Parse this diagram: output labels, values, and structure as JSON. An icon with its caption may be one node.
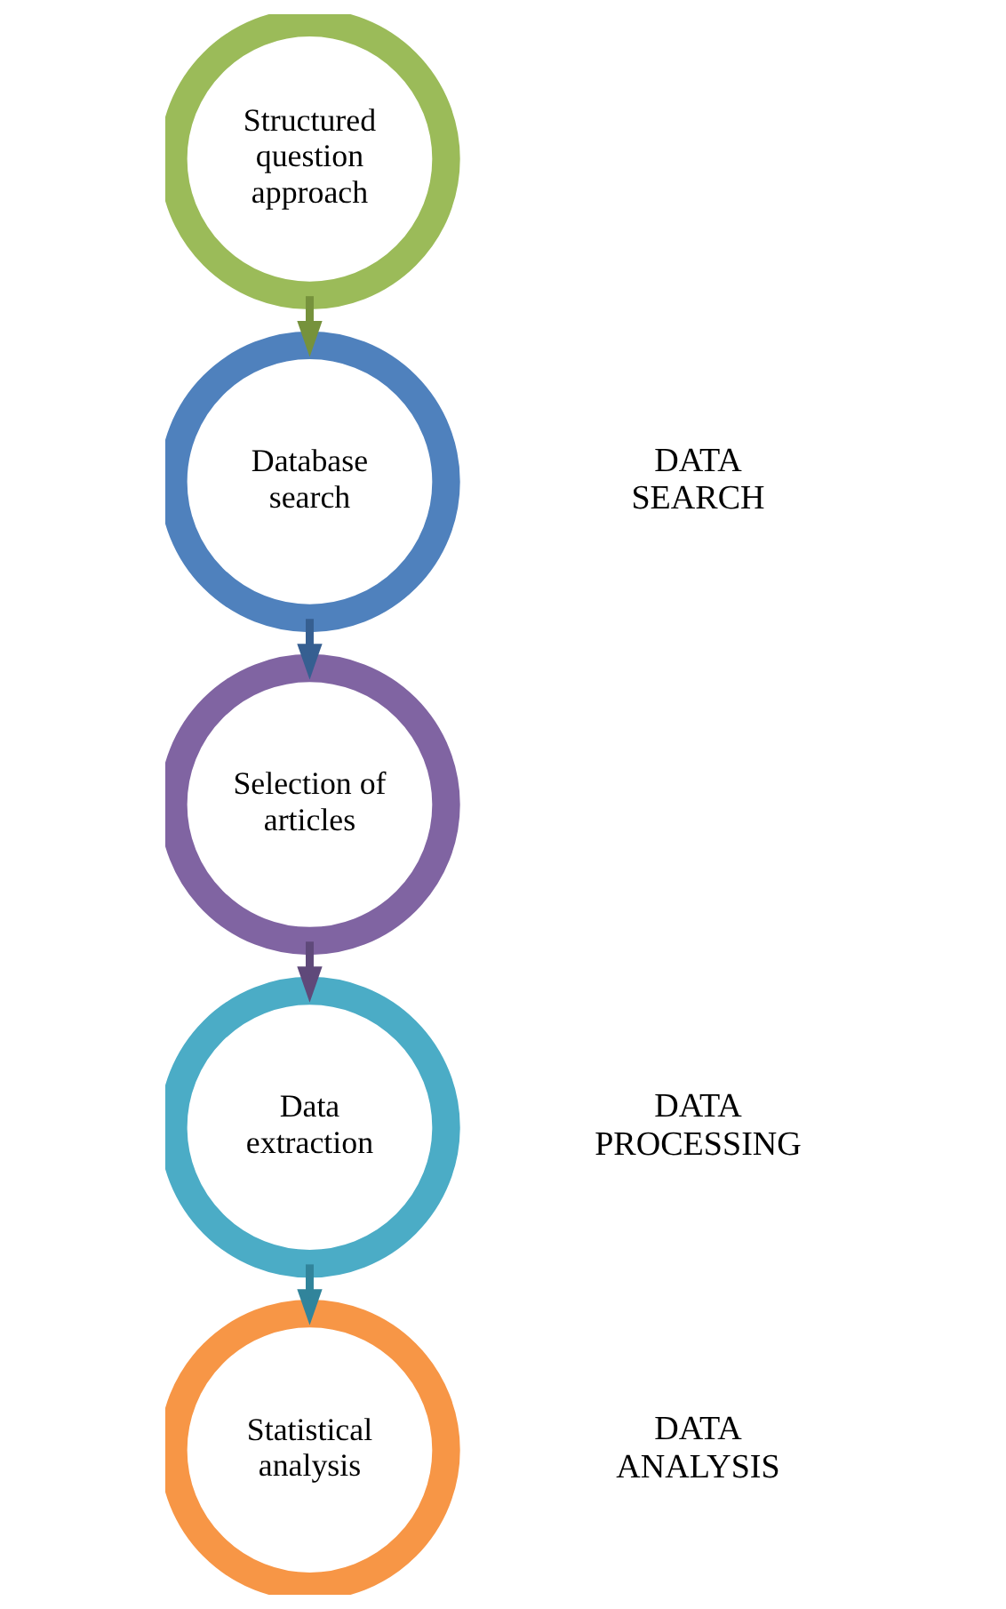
{
  "diagram": {
    "nodes": [
      {
        "text": [
          "Structured question approach"
        ]
      },
      {
        "text": [
          "Database search"
        ]
      },
      {
        "text": [
          "Selection of articles"
        ]
      },
      {
        "text": [
          "Data extraction"
        ]
      },
      {
        "text": [
          "Statistical analysis"
        ]
      }
    ],
    "edges": [
      {
        "from": 0,
        "to": 1,
        "arrow": "to",
        "color": "#76923c"
      },
      {
        "from": 1,
        "to": 2,
        "arrow": "to",
        "color": "#365f91"
      },
      {
        "from": 2,
        "to": 3,
        "arrow": "to",
        "color": "#5f497a"
      },
      {
        "from": 3,
        "to": 4,
        "arrow": "to",
        "color": "#31849b"
      }
    ],
    "labels": [
      "DATA SEARCH",
      "DATA PROCESSING",
      "DATA ANALYSIS"
    ]
  }
}
